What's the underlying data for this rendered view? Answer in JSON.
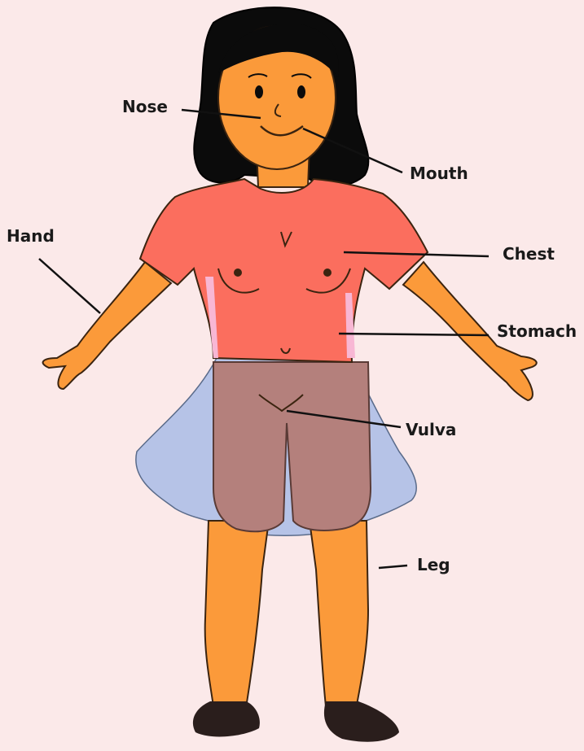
{
  "labels": {
    "nose": "Nose",
    "mouth": "Mouth",
    "hand": "Hand",
    "chest": "Chest",
    "stomach": "Stomach",
    "vulva": "Vulva",
    "leg": "Leg"
  },
  "colors": {
    "background": "#fbe9e9",
    "skin": "#fb9a3a",
    "hair": "#0b0b0b",
    "shirt": "#fb6e5e",
    "shorts": "#b4807c",
    "skirt_overlay": "#9fb5e6",
    "shoes": "#2a1e1c",
    "lines": "#111111"
  }
}
